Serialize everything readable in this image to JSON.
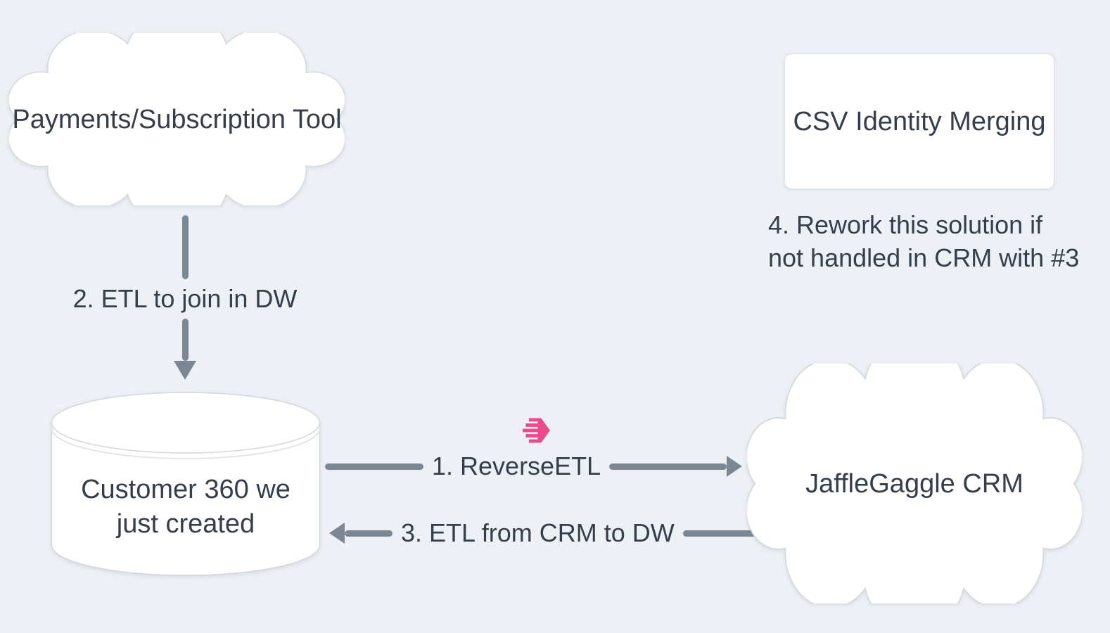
{
  "diagram": {
    "background_color": "#edf1f5",
    "text_color": "#343f4b",
    "arrow_color": "#7b8894",
    "accent_pink": "#e94b8c",
    "shape_fill": "#ffffff",
    "shape_border": "#d2d8de",
    "nodes": {
      "payments_tool": {
        "shape": "cloud",
        "label": "Payments/Subscription Tool"
      },
      "csv_identity": {
        "shape": "rounded-rectangle",
        "label": "CSV Identity Merging"
      },
      "customer_360": {
        "shape": "database-cylinder",
        "label_line1": "Customer 360 we",
        "label_line2": "just created"
      },
      "jafflegaggle_crm": {
        "shape": "cloud",
        "label": "JaffleGaggle CRM"
      }
    },
    "edges": {
      "reverse_etl": {
        "label": "1. ReverseETL",
        "from": "customer_360",
        "to": "jafflegaggle_crm",
        "icon": "census-logo"
      },
      "etl_to_dw": {
        "label": "2. ETL to join in DW",
        "from": "payments_tool",
        "to": "customer_360"
      },
      "etl_from_crm": {
        "label": "3. ETL from CRM to DW",
        "from": "jafflegaggle_crm",
        "to": "customer_360"
      }
    },
    "notes": {
      "rework": {
        "line1": "4. Rework this solution if",
        "line2": "not handled in CRM with #3"
      }
    }
  }
}
